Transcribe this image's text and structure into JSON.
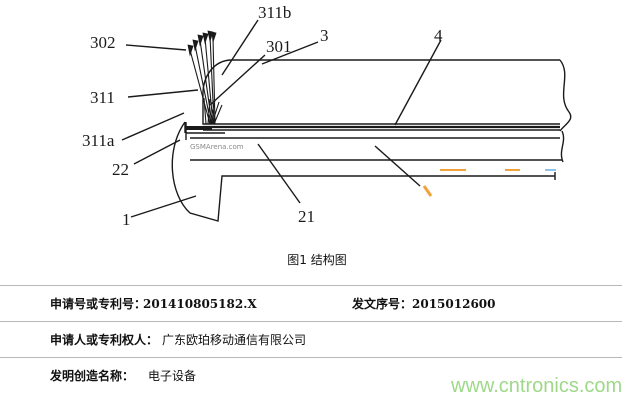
{
  "figure": {
    "labels": {
      "l302": "302",
      "l311b": "311b",
      "l301": "301",
      "l3": "3",
      "l4": "4",
      "l311": "311",
      "l311a": "311a",
      "l22": "22",
      "l1": "1",
      "l21": "21"
    },
    "inner_watermark": "GSMArena.com",
    "caption": "图1 结构图"
  },
  "info": {
    "app_no_label": "申请号或专利号：",
    "app_no_value": "201410805182.X",
    "doc_no_label": "发文序号：",
    "doc_no_value": "2015012600",
    "applicant_label": "申请人或专利权人：",
    "applicant_value": "广东欧珀移动通信有限公司",
    "title_label": "发明创造名称：",
    "title_value": "电子设备"
  },
  "watermark": "www.cntronics.com",
  "colors": {
    "line": "#1a1a1a",
    "accent_orange": "#f2a23a",
    "accent_blue": "#8ec3e8",
    "watermark_green": "#9fd88a",
    "rule": "#b8b8b8"
  }
}
